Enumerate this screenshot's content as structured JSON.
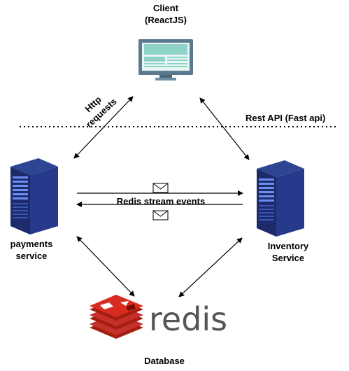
{
  "nodes": {
    "client": {
      "line1": "Client",
      "line2": "(ReactJS)"
    },
    "payments": {
      "line1": "payments",
      "line2": "service"
    },
    "inventory": {
      "line1": "Inventory",
      "line2": "Service"
    },
    "database": {
      "label": "Database",
      "logo_text": "redis"
    }
  },
  "edges": {
    "http_requests": {
      "line1": "Http",
      "line2": "requests"
    },
    "rest_api": "Rest API (Fast api)",
    "redis_stream": "Redis stream events"
  },
  "colors": {
    "monitor_body": "#5b7a8f",
    "monitor_screen": "#8fd3c8",
    "server_dark": "#1d2a6b",
    "server_mid": "#2e4594",
    "server_light": "#6b8ef0",
    "redis_red": "#c6302b",
    "redis_text": "#555555"
  }
}
